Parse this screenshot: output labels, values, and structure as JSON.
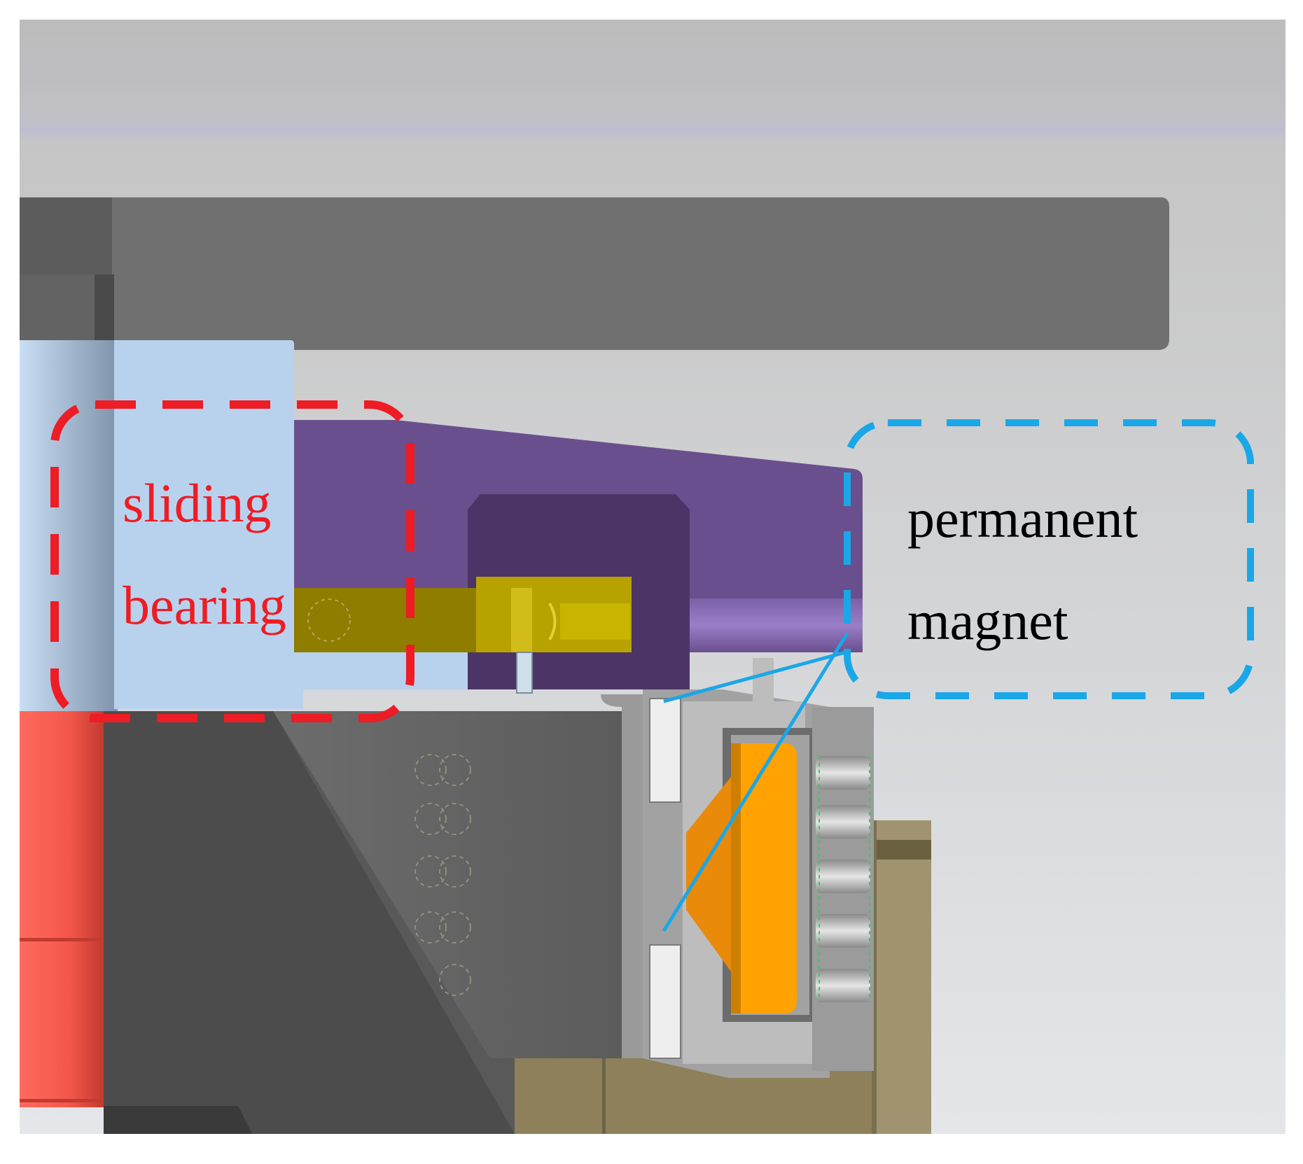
{
  "callouts": {
    "sliding_bearing": {
      "line1": "sliding",
      "line2": "bearing",
      "color": "#ee1c24"
    },
    "permanent_magnet": {
      "line1": "permanent",
      "line2": "magnet",
      "text_color": "#000000",
      "box_color": "#1aa7e8"
    }
  },
  "part_colors": {
    "housing": "#707070",
    "bearing_block": "#b8d2ee",
    "rotor_arm": "#6a4f8e",
    "screw": "#b8a200",
    "stator_ring": "#bdbdbd",
    "magnet": "#ffa202",
    "shaft": "#f4564a",
    "base": "#9a8c64"
  }
}
